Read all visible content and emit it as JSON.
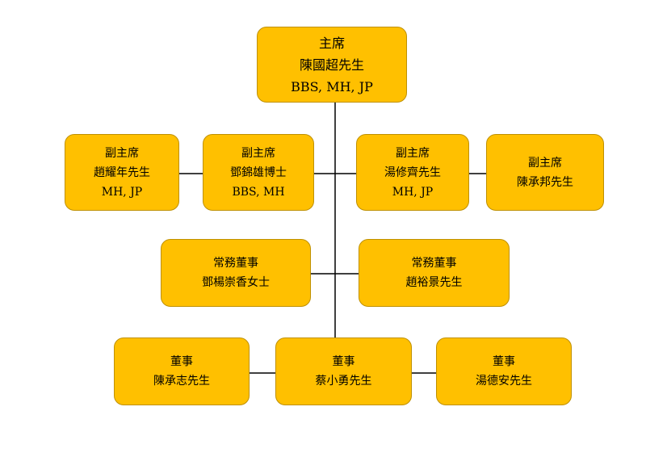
{
  "colors": {
    "box_fill": "#FFC000",
    "box_border": "#BF9000",
    "connector": "#000000",
    "text": "#000000"
  },
  "chairman": {
    "role": "主席",
    "name": "陳國超先生",
    "honors": "BBS, MH, JP"
  },
  "vice_chairmen": [
    {
      "role": "副主席",
      "name": "趙耀年先生",
      "honors": "MH, JP"
    },
    {
      "role": "副主席",
      "name": "鄧錦雄博士",
      "honors": "BBS, MH"
    },
    {
      "role": "副主席",
      "name": "湯修齊先生",
      "honors": "MH, JP"
    },
    {
      "role": "副主席",
      "name": "陳承邦先生"
    }
  ],
  "executive_directors": [
    {
      "role": "常務董事",
      "name": "鄧楊崇香女士"
    },
    {
      "role": "常務董事",
      "name": "趙裕景先生"
    }
  ],
  "directors": [
    {
      "role": "董事",
      "name": "陳承志先生"
    },
    {
      "role": "董事",
      "name": "蔡小勇先生"
    },
    {
      "role": "董事",
      "name": "湯德安先生"
    }
  ]
}
